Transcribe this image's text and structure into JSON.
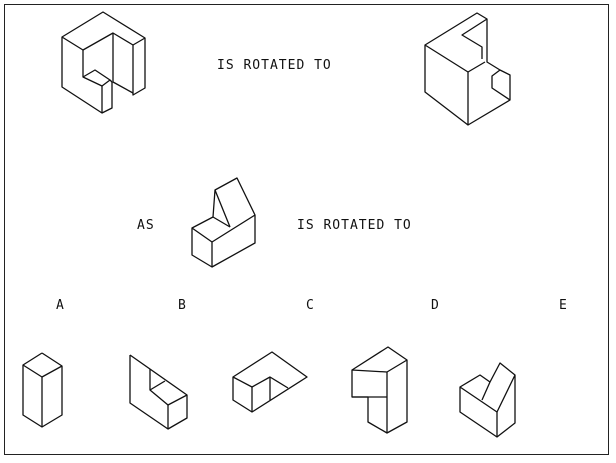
{
  "example": {
    "phrase": "IS ROTATED TO"
  },
  "question": {
    "prefix": "AS",
    "phrase": "IS ROTATED TO"
  },
  "options": [
    {
      "label": "A"
    },
    {
      "label": "B"
    },
    {
      "label": "C"
    },
    {
      "label": "D"
    },
    {
      "label": "E"
    }
  ]
}
